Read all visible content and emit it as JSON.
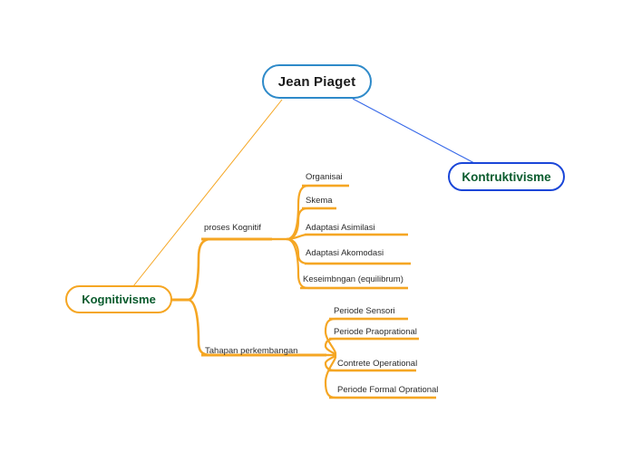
{
  "diagram": {
    "type": "mind-map",
    "title": "Jean Piaget",
    "background_color": "#ffffff",
    "colors": {
      "root_border": "#2e8ac9",
      "blue_branch": "#1a46d8",
      "orange_branch": "#f5a623",
      "node_text_green": "#0b5c2e",
      "leaf_text": "#2b2b2b",
      "root_text": "#1b1b1b"
    },
    "root": {
      "label": "Jean Piaget"
    },
    "branches": [
      {
        "id": "kontruktivisme",
        "label": "Kontruktivisme",
        "color": "#1a46d8",
        "children": []
      },
      {
        "id": "kognitivisme",
        "label": "Kognitivisme",
        "color": "#f5a623",
        "children": [
          {
            "id": "proses-kognitif",
            "label": "proses  Kognitif",
            "children": [
              {
                "label": "Organisai"
              },
              {
                "label": "Skema"
              },
              {
                "label": "Adaptasi Asimilasi"
              },
              {
                "label": "Adaptasi Akomodasi"
              },
              {
                "label": "Keseimbngan (equilibrum)"
              }
            ]
          },
          {
            "id": "tahapan-perkembangan",
            "label": "Tahapan perkembangan",
            "children": [
              {
                "label": "Periode Sensori"
              },
              {
                "label": "Periode Praoprational"
              },
              {
                "label": "Contrete Operational"
              },
              {
                "label": "Periode Formal Oprational"
              }
            ]
          }
        ]
      }
    ]
  }
}
